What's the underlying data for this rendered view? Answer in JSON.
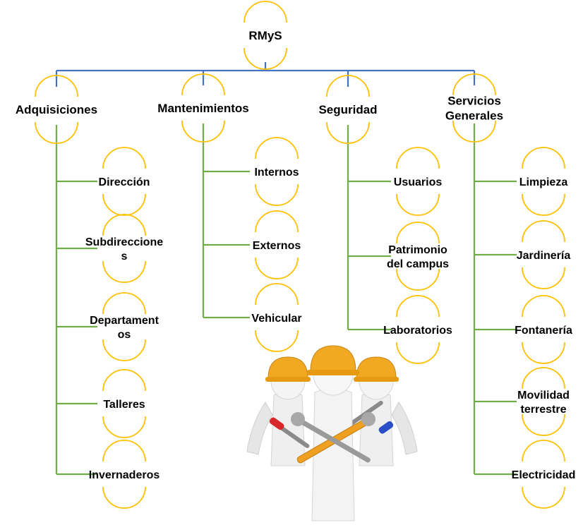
{
  "colors": {
    "top_connector": "#4472c4",
    "branch_connector": "#70ad47",
    "node_arc": "#ffc000",
    "label": "#000000"
  },
  "root": {
    "label": "RMyS"
  },
  "departments": [
    {
      "lines": [
        "Adquisiciones"
      ],
      "children": [
        {
          "lines": [
            "Dirección"
          ]
        },
        {
          "lines": [
            "Subdireccione",
            "s"
          ]
        },
        {
          "lines": [
            "Departament",
            "os"
          ]
        },
        {
          "lines": [
            "Talleres"
          ]
        },
        {
          "lines": [
            "Invernaderos"
          ]
        }
      ]
    },
    {
      "lines": [
        "Mantenimientos"
      ],
      "children": [
        {
          "lines": [
            "Internos"
          ]
        },
        {
          "lines": [
            "Externos"
          ]
        },
        {
          "lines": [
            "Vehicular"
          ]
        }
      ]
    },
    {
      "lines": [
        "Seguridad"
      ],
      "children": [
        {
          "lines": [
            "Usuarios"
          ]
        },
        {
          "lines": [
            "Patrimonio",
            "del campus"
          ]
        },
        {
          "lines": [
            "Laboratorios"
          ]
        }
      ]
    },
    {
      "lines": [
        "Servicios",
        "Generales"
      ],
      "children": [
        {
          "lines": [
            "Limpieza"
          ]
        },
        {
          "lines": [
            "Jardinería"
          ]
        },
        {
          "lines": [
            "Fontanería"
          ]
        },
        {
          "lines": [
            "Movilidad",
            "terrestre"
          ]
        },
        {
          "lines": [
            "Electricidad"
          ]
        }
      ]
    }
  ],
  "illustration": {
    "icon": "construction-workers-with-tools-icon"
  }
}
